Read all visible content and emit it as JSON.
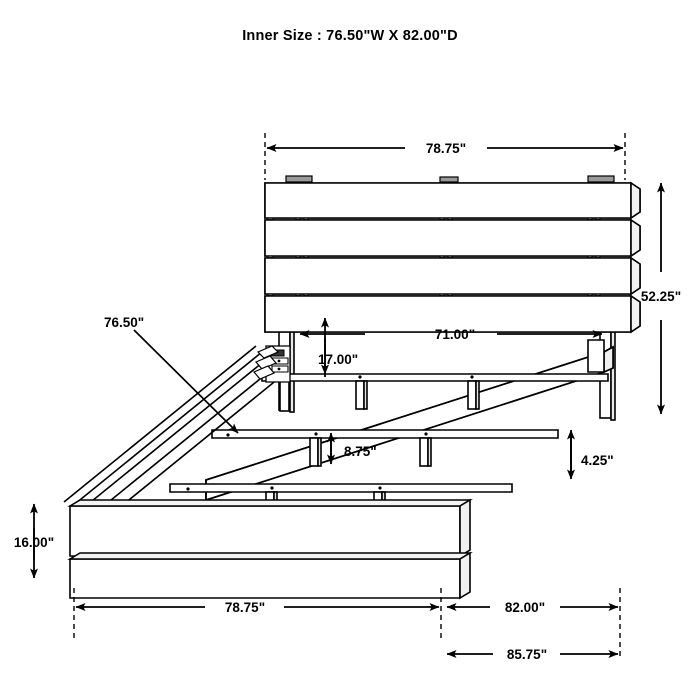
{
  "title": "Inner Size : 76.50\"W X 82.00\"D",
  "product": {
    "type": "platform-bed-technical-drawing",
    "view": "three-quarter perspective"
  },
  "dimensions": {
    "headboard_width_top": "78.75\"",
    "headboard_height_right": "52.25\"",
    "slat_span_width": "71.00\"",
    "headboard_clearance": "17.00\"",
    "slat_gap_height": "8.75\"",
    "inner_width_leader": "76.50\"",
    "footboard_height_left": "16.00\"",
    "side_rail_height_right": "4.25\"",
    "footboard_width_bottom": "78.75\"",
    "side_depth_bottom": "82.00\"",
    "overall_depth_bottom": "85.75\""
  },
  "colors": {
    "line": "#000000",
    "background": "#ffffff",
    "fill": "#ffffff",
    "shade": "#e9e9e9"
  }
}
